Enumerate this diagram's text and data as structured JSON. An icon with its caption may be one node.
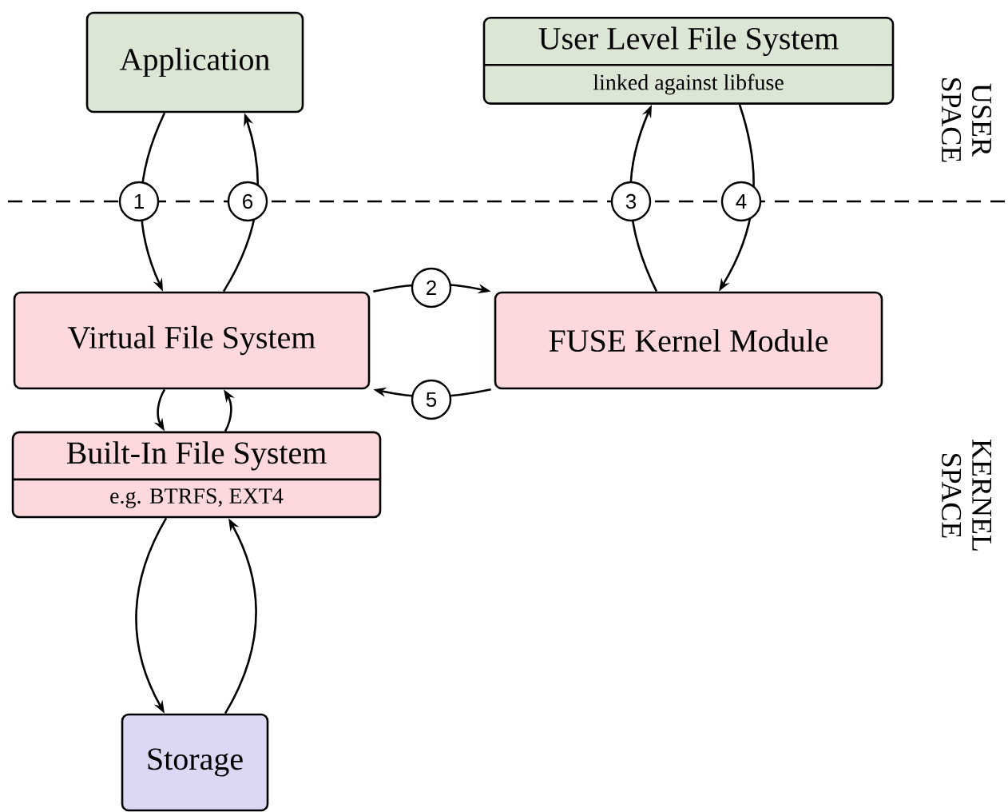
{
  "diagram": {
    "nodes": [
      {
        "text": [
          "Application"
        ]
      },
      {
        "text": [
          "User Level File System",
          "linked against libfuse"
        ]
      },
      {
        "text": [
          "Virtual File System"
        ]
      },
      {
        "text": [
          "FUSE Kernel Module"
        ]
      },
      {
        "text": [
          "Built-In File System",
          "e.g. BTRFS, EXT4"
        ]
      },
      {
        "text": [
          "Storage"
        ]
      }
    ],
    "edges": [
      {
        "from": 0,
        "to": 2,
        "arrow": "to",
        "label": "1"
      },
      {
        "from": 2,
        "to": 3,
        "arrow": "to",
        "label": "2"
      },
      {
        "from": 3,
        "to": 1,
        "arrow": "to",
        "label": "3"
      },
      {
        "from": 1,
        "to": 3,
        "arrow": "to",
        "label": "4"
      },
      {
        "from": 3,
        "to": 2,
        "arrow": "to",
        "label": "5"
      },
      {
        "from": 2,
        "to": 0,
        "arrow": "to",
        "label": "6"
      },
      {
        "from": 2,
        "to": 4,
        "arrow": "to"
      },
      {
        "from": 4,
        "to": 2,
        "arrow": "to"
      },
      {
        "from": 4,
        "to": 5,
        "arrow": "to"
      },
      {
        "from": 5,
        "to": 4,
        "arrow": "to"
      }
    ],
    "labels": [
      "USER SPACE",
      "KERNEL SPACE"
    ]
  }
}
